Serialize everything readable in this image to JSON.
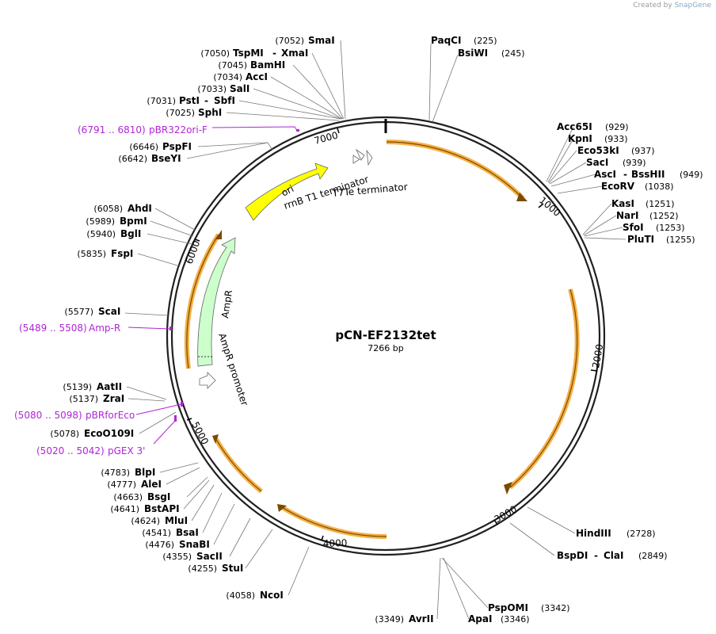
{
  "watermark": {
    "prefix": "Created by",
    "brand": "SnapGene"
  },
  "plasmid": {
    "name": "pCN-EF2132tet",
    "length_label": "7266 bp",
    "length": 7266
  },
  "colors": {
    "site": "#000000",
    "primer": "#b025d6",
    "ori": "#ffff00",
    "ampr": "#ccffcc",
    "orf": "#f5b044",
    "backbone": "#202020"
  },
  "ticks": [
    "1000",
    "2000",
    "3000",
    "4000",
    "5000",
    "6000",
    "7000"
  ],
  "sites": [
    {
      "pos": "(7052)",
      "name": "SmaI"
    },
    {
      "pos": "(7050)",
      "name": "TspMI",
      "name2": "XmaI"
    },
    {
      "pos": "(7045)",
      "name": "BamHI"
    },
    {
      "pos": "(7034)",
      "name": "AccI"
    },
    {
      "pos": "(7033)",
      "name": "SalI"
    },
    {
      "pos": "(7031)",
      "name": "PstI",
      "name2": "SbfI"
    },
    {
      "pos": "(7025)",
      "name": "SphI"
    },
    {
      "pos": "(6646)",
      "name": "PspFI"
    },
    {
      "pos": "(6642)",
      "name": "BseYI"
    },
    {
      "pos": "(6058)",
      "name": "AhdI"
    },
    {
      "pos": "(5989)",
      "name": "BpmI"
    },
    {
      "pos": "(5940)",
      "name": "BglI"
    },
    {
      "pos": "(5835)",
      "name": "FspI"
    },
    {
      "pos": "(5577)",
      "name": "ScaI"
    },
    {
      "pos": "(5139)",
      "name": "AatII"
    },
    {
      "pos": "(5137)",
      "name": "ZraI"
    },
    {
      "pos": "(5078)",
      "name": "EcoO109I"
    },
    {
      "pos": "(4783)",
      "name": "BlpI"
    },
    {
      "pos": "(4777)",
      "name": "AleI"
    },
    {
      "pos": "(4663)",
      "name": "BsgI"
    },
    {
      "pos": "(4641)",
      "name": "BstAPI"
    },
    {
      "pos": "(4624)",
      "name": "MluI"
    },
    {
      "pos": "(4541)",
      "name": "BsaI"
    },
    {
      "pos": "(4476)",
      "name": "SnaBI"
    },
    {
      "pos": "(4355)",
      "name": "SacII"
    },
    {
      "pos": "(4255)",
      "name": "StuI"
    },
    {
      "pos": "(4058)",
      "name": "NcoI"
    },
    {
      "pos": "(3349)",
      "name": "AvrII"
    },
    {
      "pos": "(3346)",
      "name": "ApaI"
    },
    {
      "pos": "(3342)",
      "name": "PspOMI"
    },
    {
      "pos": "(2849)",
      "name": "BspDI",
      "name2": "ClaI"
    },
    {
      "pos": "(2728)",
      "name": "HindIII"
    },
    {
      "pos": "(225)",
      "name": "PaqCI"
    },
    {
      "pos": "(245)",
      "name": "BsiWI"
    },
    {
      "pos": "(929)",
      "name": "Acc65I"
    },
    {
      "pos": "(933)",
      "name": "KpnI"
    },
    {
      "pos": "(937)",
      "name": "Eco53kI"
    },
    {
      "pos": "(939)",
      "name": "SacI"
    },
    {
      "pos": "(949)",
      "name": "AscI",
      "name2": "BssHII"
    },
    {
      "pos": "(1038)",
      "name": "EcoRV"
    },
    {
      "pos": "(1251)",
      "name": "KasI"
    },
    {
      "pos": "(1252)",
      "name": "NarI"
    },
    {
      "pos": "(1253)",
      "name": "SfoI"
    },
    {
      "pos": "(1255)",
      "name": "PluTI"
    }
  ],
  "primers": [
    {
      "range": "(6791 .. 6810)",
      "name": "pBR322ori-F"
    },
    {
      "range": "(5489 .. 5508)",
      "name": "Amp-R"
    },
    {
      "range": "(5080 .. 5098)",
      "name": "pBRforEco"
    },
    {
      "range": "(5020 .. 5042)",
      "name": "pGEX 3'"
    }
  ],
  "features": [
    {
      "name": "ori"
    },
    {
      "name": "rrnB T1 terminator"
    },
    {
      "name": "T7Te terminator"
    },
    {
      "name": "AmpR"
    },
    {
      "name": "AmpR promoter"
    }
  ]
}
